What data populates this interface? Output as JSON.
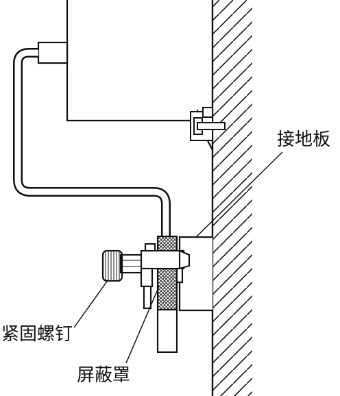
{
  "diagram": {
    "labels": {
      "ground_plate": "接地板",
      "fastening_screw": "紧固螺钉",
      "shield": "屏蔽罩"
    },
    "colors": {
      "stroke": "#111111",
      "background": "#ffffff"
    }
  }
}
